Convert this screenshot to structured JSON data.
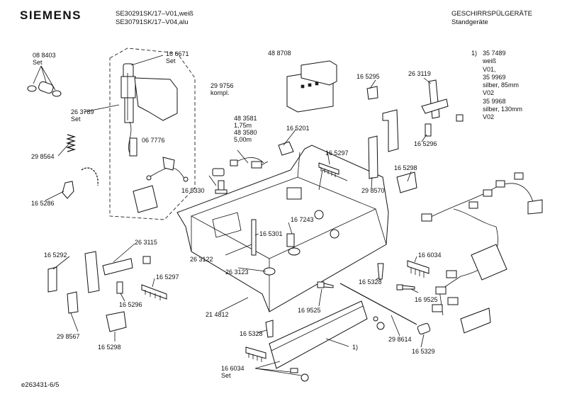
{
  "header": {
    "brand": "SIEMENS",
    "models": [
      "SE30291SK/17–V01,weiß",
      "SE30791SK/17–V04,alu"
    ],
    "category": [
      "GESCHIRRSPÜLGERÄTE",
      "Standgeräte"
    ]
  },
  "note": {
    "marker": "1)",
    "lines": [
      "35 7489",
      "weiß",
      "V01,",
      "35 9969",
      "silber, 85mm",
      "V02",
      "35 9968",
      "silber, 130mm",
      "V02"
    ]
  },
  "footer": "e263431-6/5",
  "labels": [
    {
      "id": "p088403",
      "lines": [
        "08 8403",
        "Set"
      ]
    },
    {
      "id": "p166671",
      "lines": [
        "16 6671",
        "Set"
      ]
    },
    {
      "id": "p299756",
      "lines": [
        "29 9756",
        "kompl."
      ]
    },
    {
      "id": "p488708",
      "lines": [
        "48 8708"
      ]
    },
    {
      "id": "p165295",
      "lines": [
        "16 5295"
      ]
    },
    {
      "id": "p263119",
      "lines": [
        "26 3119"
      ]
    },
    {
      "id": "p263789",
      "lines": [
        "26 3789",
        "Set"
      ]
    },
    {
      "id": "p067776",
      "lines": [
        "06 7776"
      ]
    },
    {
      "id": "p483581",
      "lines": [
        "48 3581",
        "1,75m",
        "48 3580",
        "5,00m"
      ]
    },
    {
      "id": "p165201",
      "lines": [
        "16 5201"
      ]
    },
    {
      "id": "p165296a",
      "lines": [
        "16 5296"
      ]
    },
    {
      "id": "p298564",
      "lines": [
        "29 8564"
      ]
    },
    {
      "id": "p165297a",
      "lines": [
        "16 5297"
      ]
    },
    {
      "id": "p165298a",
      "lines": [
        "16 5298"
      ]
    },
    {
      "id": "p165330",
      "lines": [
        "16 5330"
      ]
    },
    {
      "id": "p298570",
      "lines": [
        "29 8570"
      ]
    },
    {
      "id": "p165286",
      "lines": [
        "16 5286"
      ]
    },
    {
      "id": "p167243",
      "lines": [
        "16 7243"
      ]
    },
    {
      "id": "p165301",
      "lines": [
        "16 5301"
      ]
    },
    {
      "id": "p263115",
      "lines": [
        "26 3115"
      ]
    },
    {
      "id": "p165292",
      "lines": [
        "16 5292"
      ]
    },
    {
      "id": "p263122",
      "lines": [
        "26 3122"
      ]
    },
    {
      "id": "p263123",
      "lines": [
        "26 3123"
      ]
    },
    {
      "id": "p166034a",
      "lines": [
        "16 6034"
      ]
    },
    {
      "id": "p165297b",
      "lines": [
        "16 5297"
      ]
    },
    {
      "id": "p165328a",
      "lines": [
        "16 5328"
      ]
    },
    {
      "id": "p165296b",
      "lines": [
        "16 5296"
      ]
    },
    {
      "id": "p169525a",
      "lines": [
        "16 9525"
      ]
    },
    {
      "id": "p169525b",
      "lines": [
        "16 9525"
      ]
    },
    {
      "id": "p298567",
      "lines": [
        "29 8567"
      ]
    },
    {
      "id": "p214812",
      "lines": [
        "21 4812"
      ]
    },
    {
      "id": "p165298b",
      "lines": [
        "16 5298"
      ]
    },
    {
      "id": "p165328b",
      "lines": [
        "16 5328"
      ]
    },
    {
      "id": "p298614",
      "lines": [
        "29 8614"
      ]
    },
    {
      "id": "p165329",
      "lines": [
        "16 5329"
      ]
    },
    {
      "id": "p1note",
      "lines": [
        "1)"
      ]
    },
    {
      "id": "p166034b",
      "lines": [
        "16 6034",
        "Set"
      ]
    }
  ]
}
